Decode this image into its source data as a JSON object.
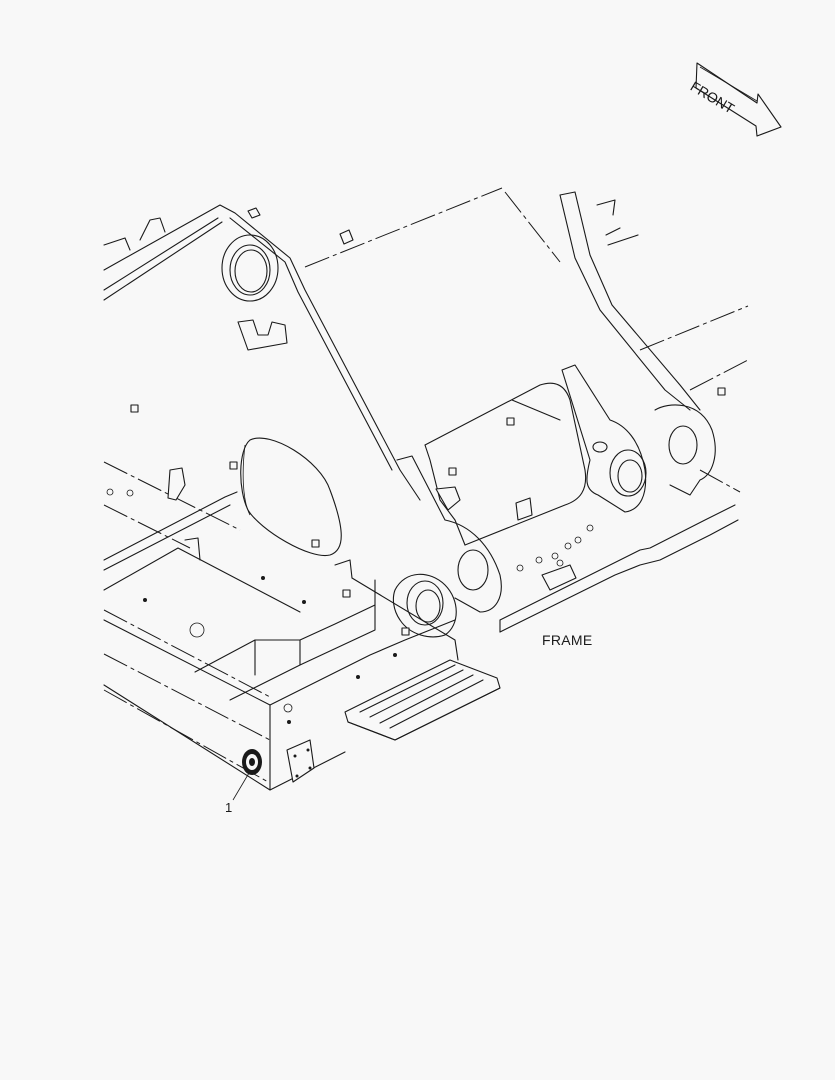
{
  "diagram": {
    "type": "isometric-parts-illustration",
    "orientation_marker": {
      "label": "FRONT",
      "icon": "front-direction-arrow-icon"
    },
    "assembly_label": "FRAME",
    "callouts": [
      {
        "number": "1",
        "target": "round-plug-on-frame-rear-corner"
      }
    ],
    "colors": {
      "background": "#f8f8f8",
      "line": "#1a1a1a"
    }
  }
}
